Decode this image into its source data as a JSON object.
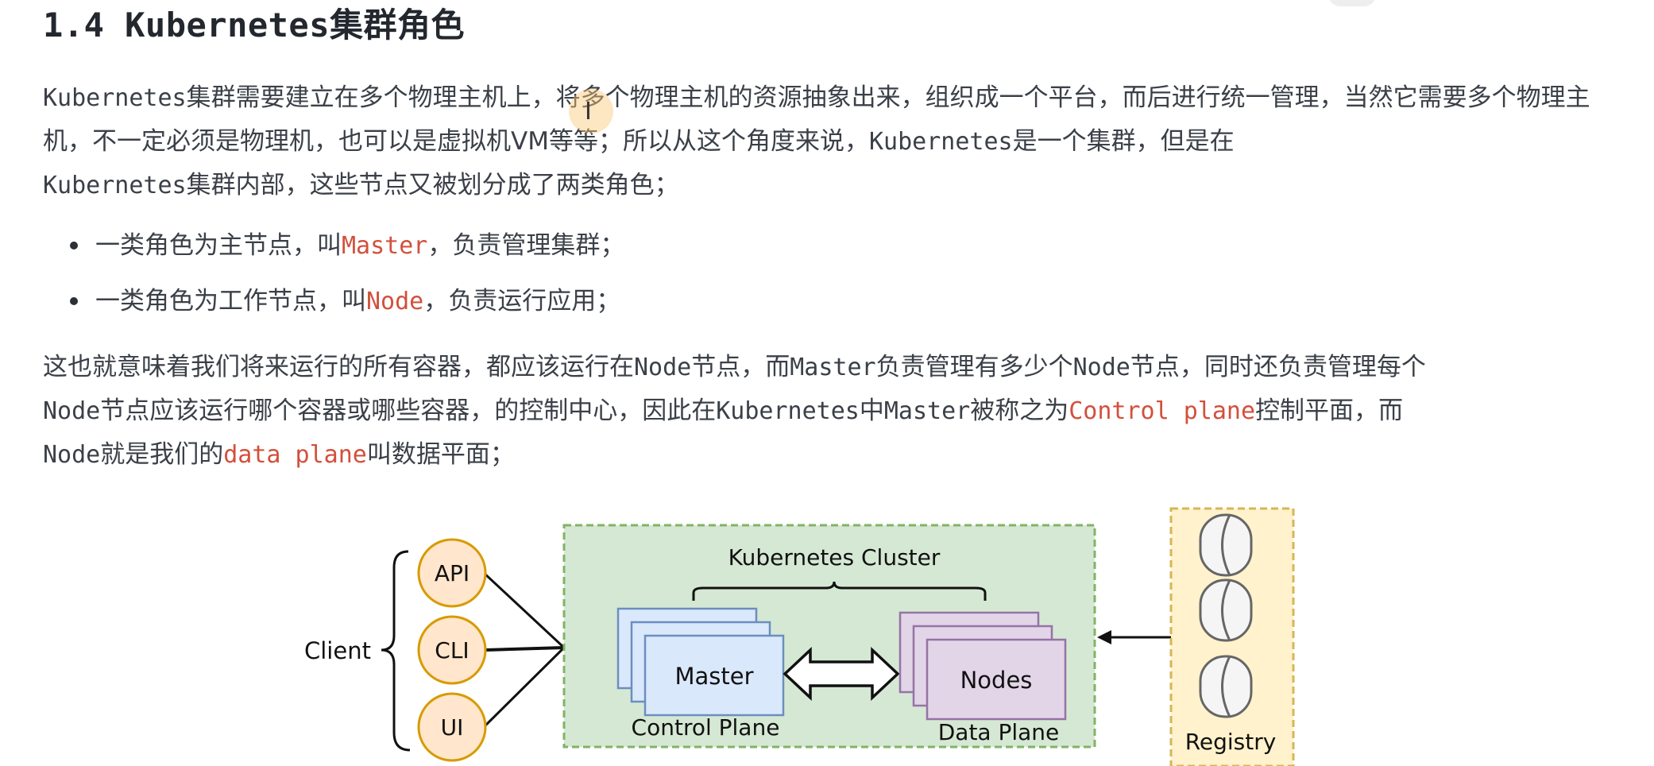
{
  "heading": "1.4 Kubernetes集群角色",
  "intro": {
    "seg1": "Kubernetes",
    "seg2": "集群需要建立在多个物理主机上，将多个物理主机的资源抽象出来，组织成一个平台，而后进行统一管理，当然它需要多个物理主机，不一定必须是物理机，也可以是虚拟机VM等等；所以从这个角度来说，",
    "seg3": "Kubernetes",
    "seg4": "是一个集群，但是在",
    "seg5": "Kubernetes",
    "seg6": "集群内部，这些节点又被划分成了两类角色；"
  },
  "roles": [
    {
      "before": "一类角色为主节点，叫",
      "code": "Master",
      "after": "，负责管理集群；"
    },
    {
      "before": "一类角色为工作节点，叫",
      "code": "Node",
      "after": "，负责运行应用；"
    }
  ],
  "explain": {
    "seg1": "这也就意味着我们将来运行的所有容器，都应该运行在",
    "seg2": "Node",
    "seg3": "节点，而",
    "seg4": "Master",
    "seg5": "负责管理有多少个",
    "seg6": "Node",
    "seg7": "节点，同时还负责管理每个",
    "seg8": "Node",
    "seg9": "节点应该运行哪个容器或哪些容器，的控制中心，因此在",
    "seg10": "Kubernetes",
    "seg11": "中",
    "seg12": "Master",
    "seg13": "被称之为",
    "code1": "Control plane",
    "seg14": "控制平面，而",
    "seg15": "Node",
    "seg16": "就是我们的",
    "code2": "data plane",
    "seg17": "叫数据平面；"
  },
  "cursor_glyph": "I",
  "diagram": {
    "client_label": "Client",
    "interfaces": [
      "API",
      "CLI",
      "UI"
    ],
    "cluster_title": "Kubernetes Cluster",
    "master_label": "Master",
    "control_plane_label": "Control Plane",
    "nodes_label": "Nodes",
    "data_plane_label": "Data Plane",
    "registry_label": "Registry",
    "colors": {
      "cluster_fill": "#d5e8d4",
      "cluster_border": "#82b366",
      "circle_fill": "#ffe6cc",
      "circle_border": "#d79b00",
      "master_fill": "#dae8fc",
      "master_border": "#6c8ebf",
      "nodes_fill": "#e1d5e7",
      "nodes_border": "#9673a6",
      "registry_fill": "#fff2cc",
      "registry_border": "#d6b656"
    }
  }
}
